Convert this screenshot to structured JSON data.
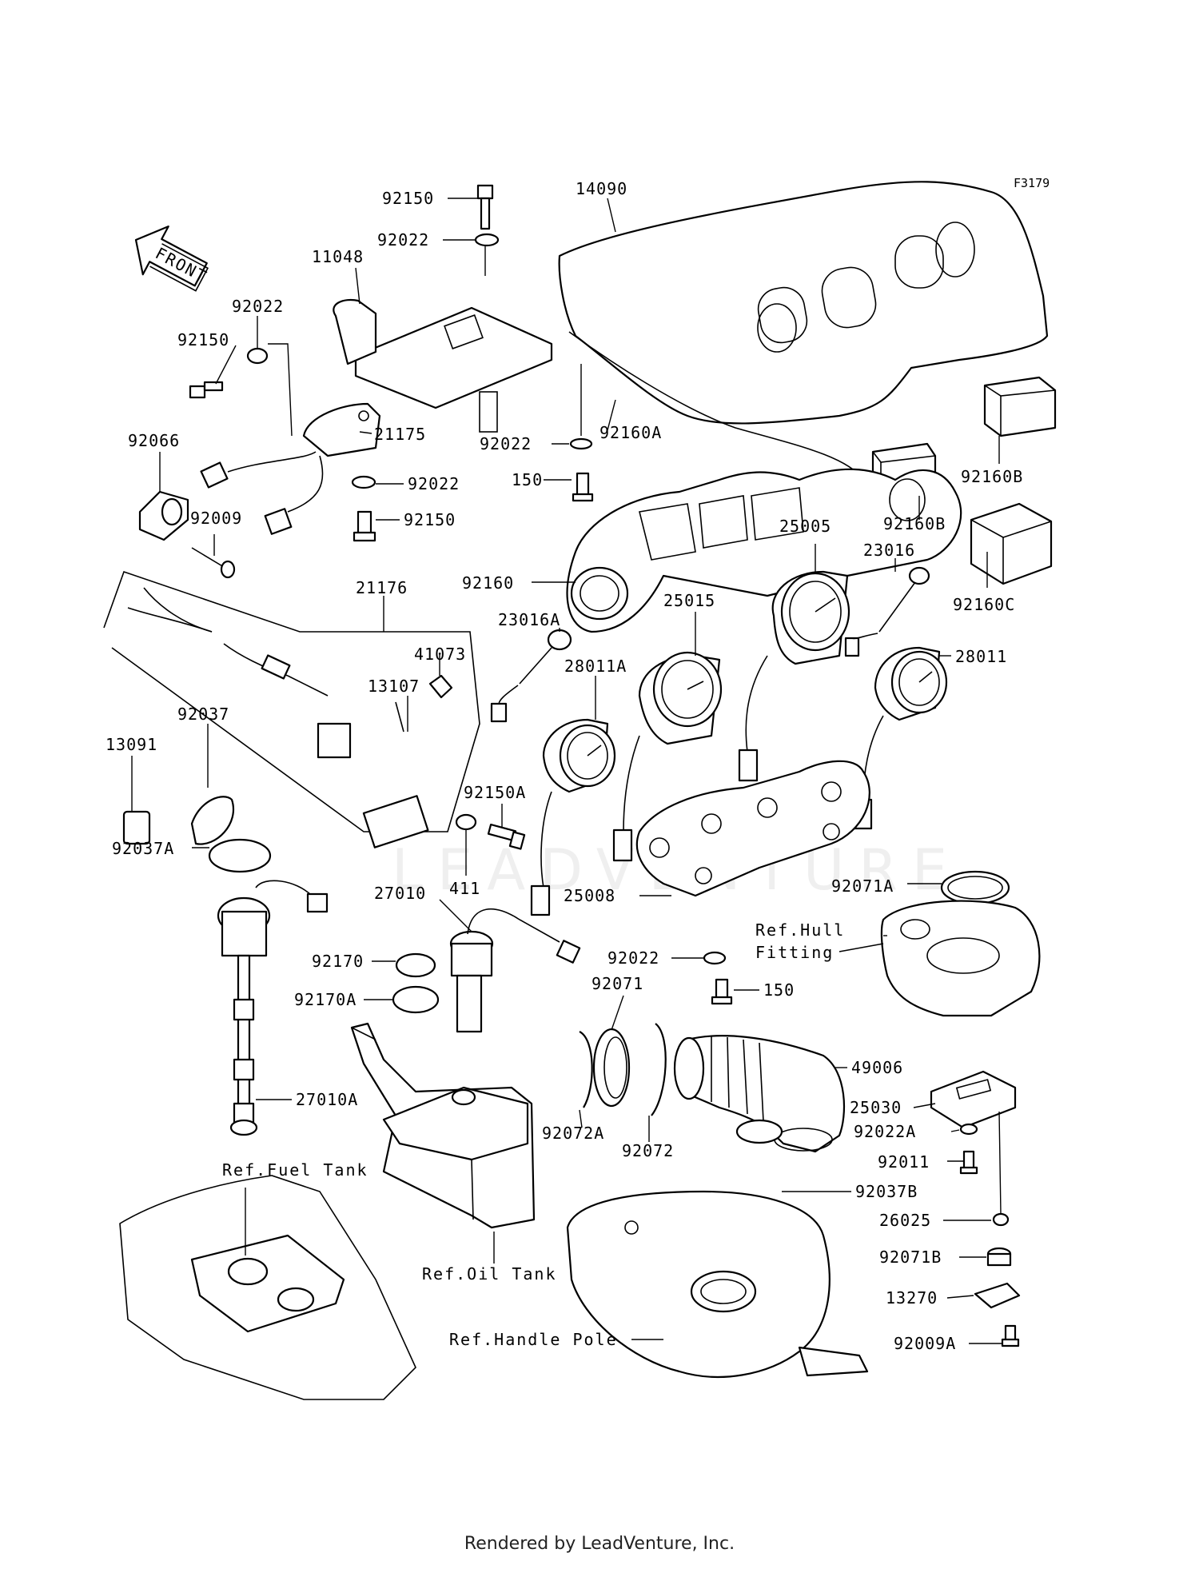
{
  "figure_id": "F3179",
  "front_label": "FRONT",
  "watermark": "LEADVENTURE",
  "footer": "Rendered by LeadVenture, Inc.",
  "icons": [
    "front-arrow-icon"
  ],
  "labels": {
    "p92150_top": "92150",
    "p14090": "14090",
    "f3179": "F3179",
    "p92022_top": "92022",
    "p11048": "11048",
    "p92022_left": "92022",
    "p92150_left": "92150",
    "p21175": "21175",
    "p92066": "92066",
    "p92022_mid": "92022",
    "p92009": "92009",
    "p92150_mid": "92150",
    "p92022_c": "92022",
    "p92160A": "92160A",
    "p150_a": "150",
    "p92160B_a": "92160B",
    "p92160B_b": "92160B",
    "p25005": "25005",
    "p23016": "23016",
    "p92160C": "92160C",
    "p21176": "21176",
    "p92160": "92160",
    "p25015": "25015",
    "p23016A": "23016A",
    "p41073": "41073",
    "p13107": "13107",
    "p28011A": "28011A",
    "p28011": "28011",
    "p92037": "92037",
    "p13091": "13091",
    "p92150A": "92150A",
    "p92037A": "92037A",
    "p411": "411",
    "p92071A": "92071A",
    "p25008": "25008",
    "p27010": "27010",
    "p92170": "92170",
    "p92022_d": "92022",
    "p92071": "92071",
    "p150_b": "150",
    "p92170A": "92170A",
    "p49006": "49006",
    "p27010A": "27010A",
    "p25030": "25030",
    "p92022A": "92022A",
    "p92072A": "92072A",
    "p92072": "92072",
    "p92011": "92011",
    "p92037B": "92037B",
    "p26025": "26025",
    "p92071B": "92071B",
    "p13270": "13270",
    "p92009A": "92009A"
  },
  "refs": {
    "hull_fitting_1": "Ref.Hull",
    "hull_fitting_2": "Fitting",
    "fuel_tank": "Ref.Fuel Tank",
    "oil_tank": "Ref.Oil Tank",
    "handle_pole": "Ref.Handle Pole"
  }
}
